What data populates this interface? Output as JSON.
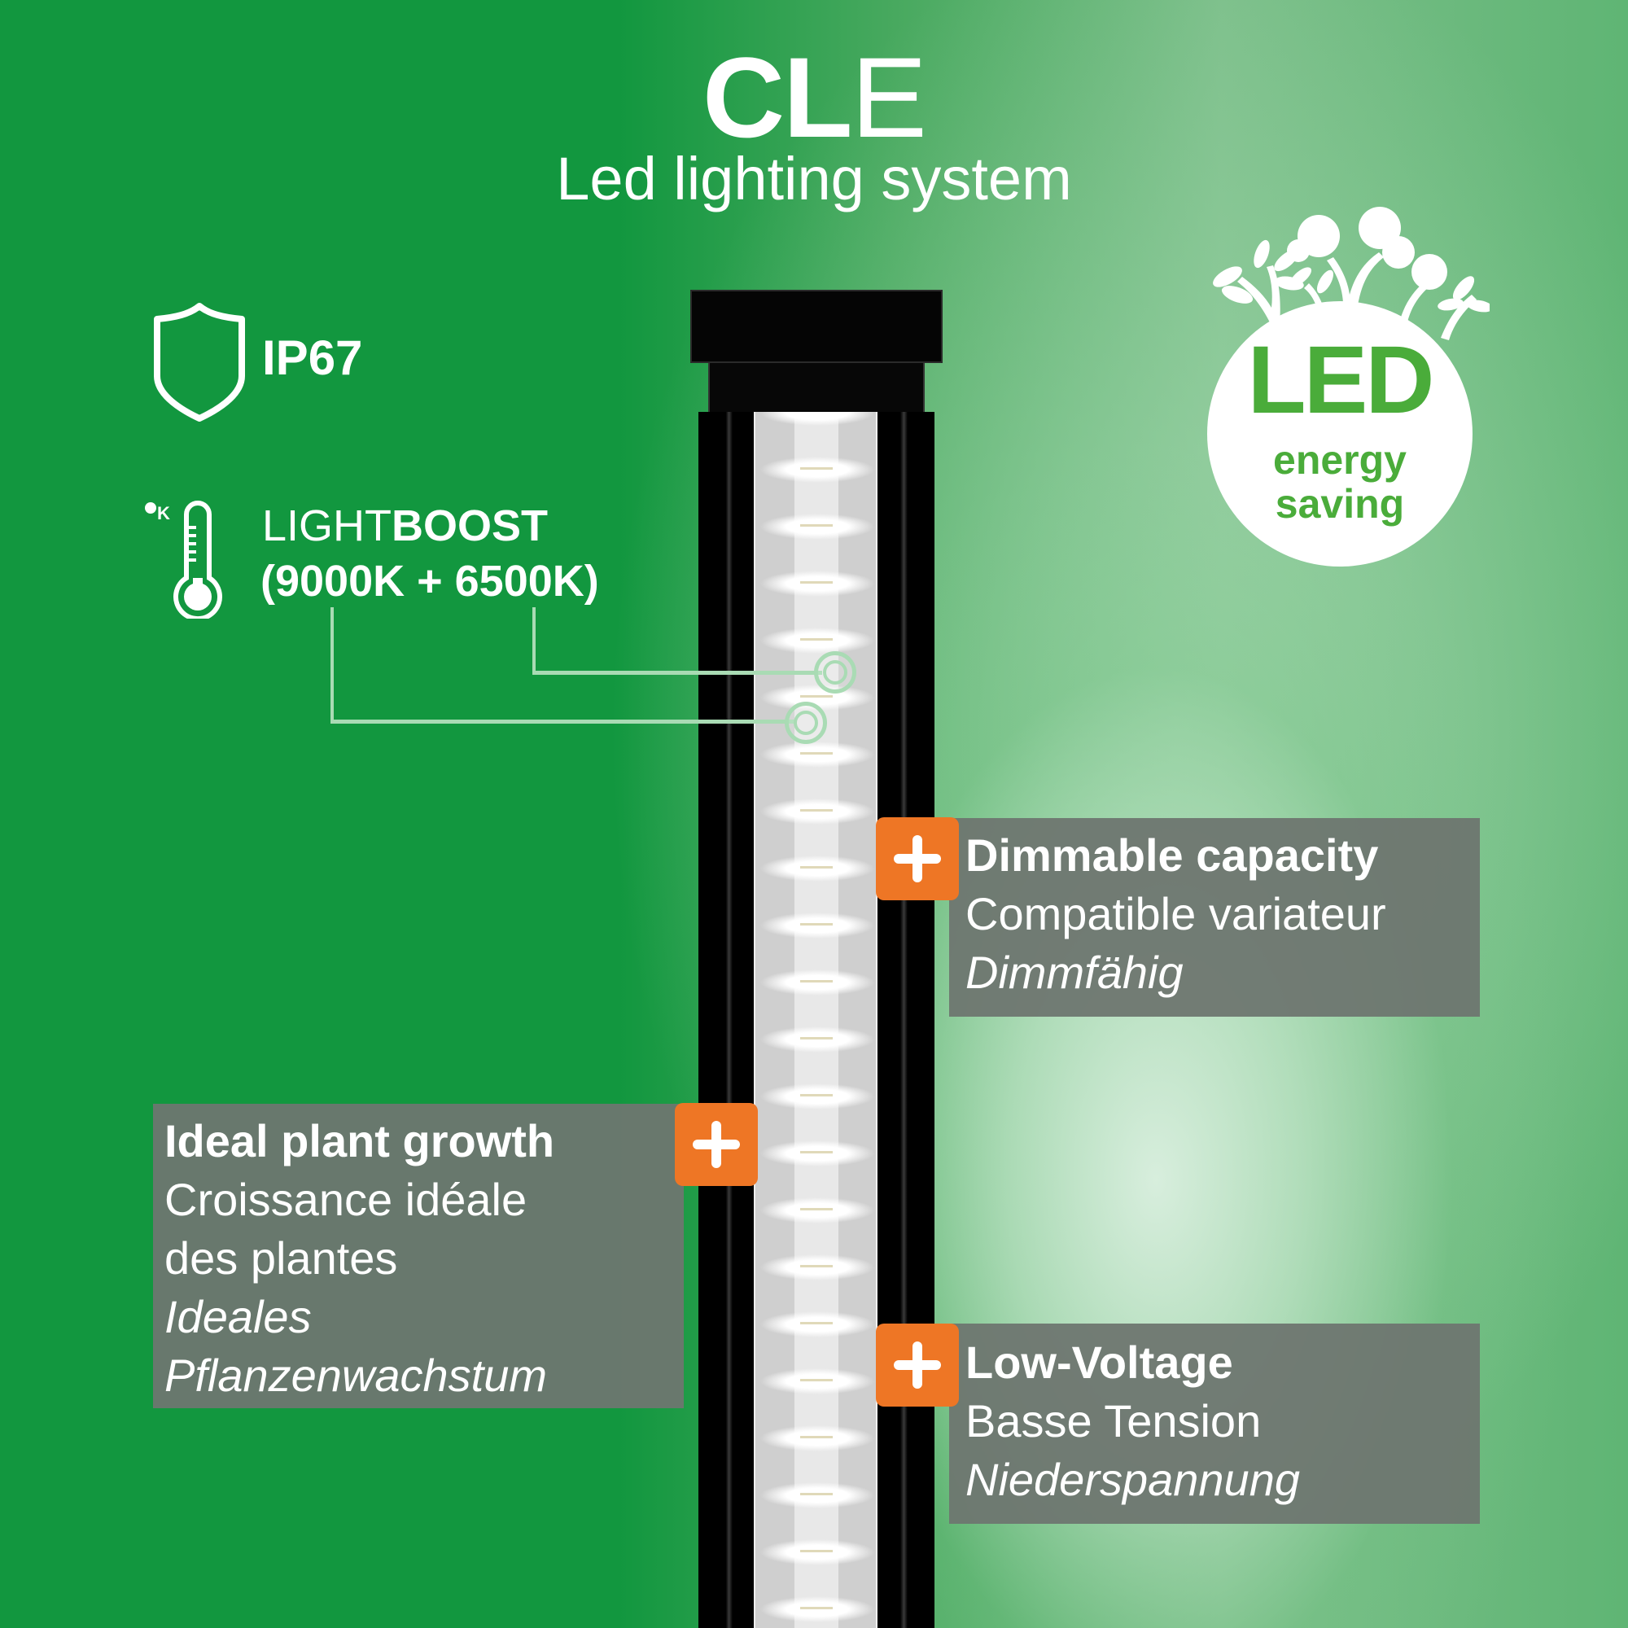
{
  "header": {
    "brand_bold": "CL",
    "brand_light": "E",
    "subtitle": "Led lighting system"
  },
  "specs": {
    "ip_rating": {
      "icon": "shield-icon",
      "label": "IP67"
    },
    "lightboost": {
      "icon": "thermometer-kelvin-icon",
      "icon_label": "°K",
      "label_light": "LIGHT",
      "label_bold": "BOOST",
      "temperatures": "(9000K + 6500K)"
    }
  },
  "badge": {
    "icon": "trees-globe-icon",
    "title": "LED",
    "line1": "energy",
    "line2": "saving"
  },
  "features": [
    {
      "icon": "plus-icon",
      "en": "Dimmable capacity",
      "fr": "Compatible variateur",
      "de": "Dimmfähig"
    },
    {
      "icon": "plus-icon",
      "en": "Ideal plant growth",
      "fr_line1": "Croissance idéale",
      "fr_line2": "des plantes",
      "de_line1": "Ideales",
      "de_line2": "Pflanzenwachstum"
    },
    {
      "icon": "plus-icon",
      "en": "Low-Voltage",
      "fr": "Basse Tension",
      "de": "Niederspannung"
    }
  ],
  "colors": {
    "background_green": "#12973f",
    "accent_orange": "#ee7625",
    "badge_green": "#4aac3a",
    "box_gray": "#6e7670",
    "callout_line": "#a9dbb4"
  }
}
